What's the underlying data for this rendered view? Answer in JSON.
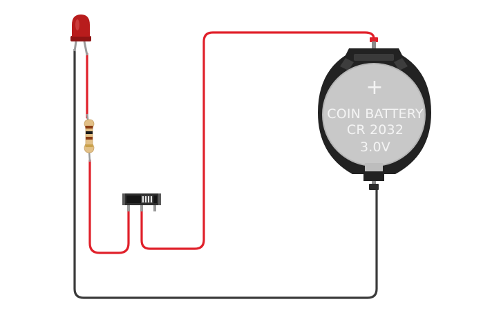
{
  "battery": {
    "plus_symbol": "+",
    "line1": "COIN BATTERY",
    "line2": "CR 2032",
    "line3": "3.0V"
  },
  "colors": {
    "wire_positive": "#e0202a",
    "wire_negative": "#3a3a3a",
    "led_body": "#b81c1c",
    "battery_holder": "#222222",
    "battery_cell": "#c8c8c8"
  },
  "components": [
    "led",
    "resistor",
    "slide-switch",
    "coin-battery"
  ]
}
